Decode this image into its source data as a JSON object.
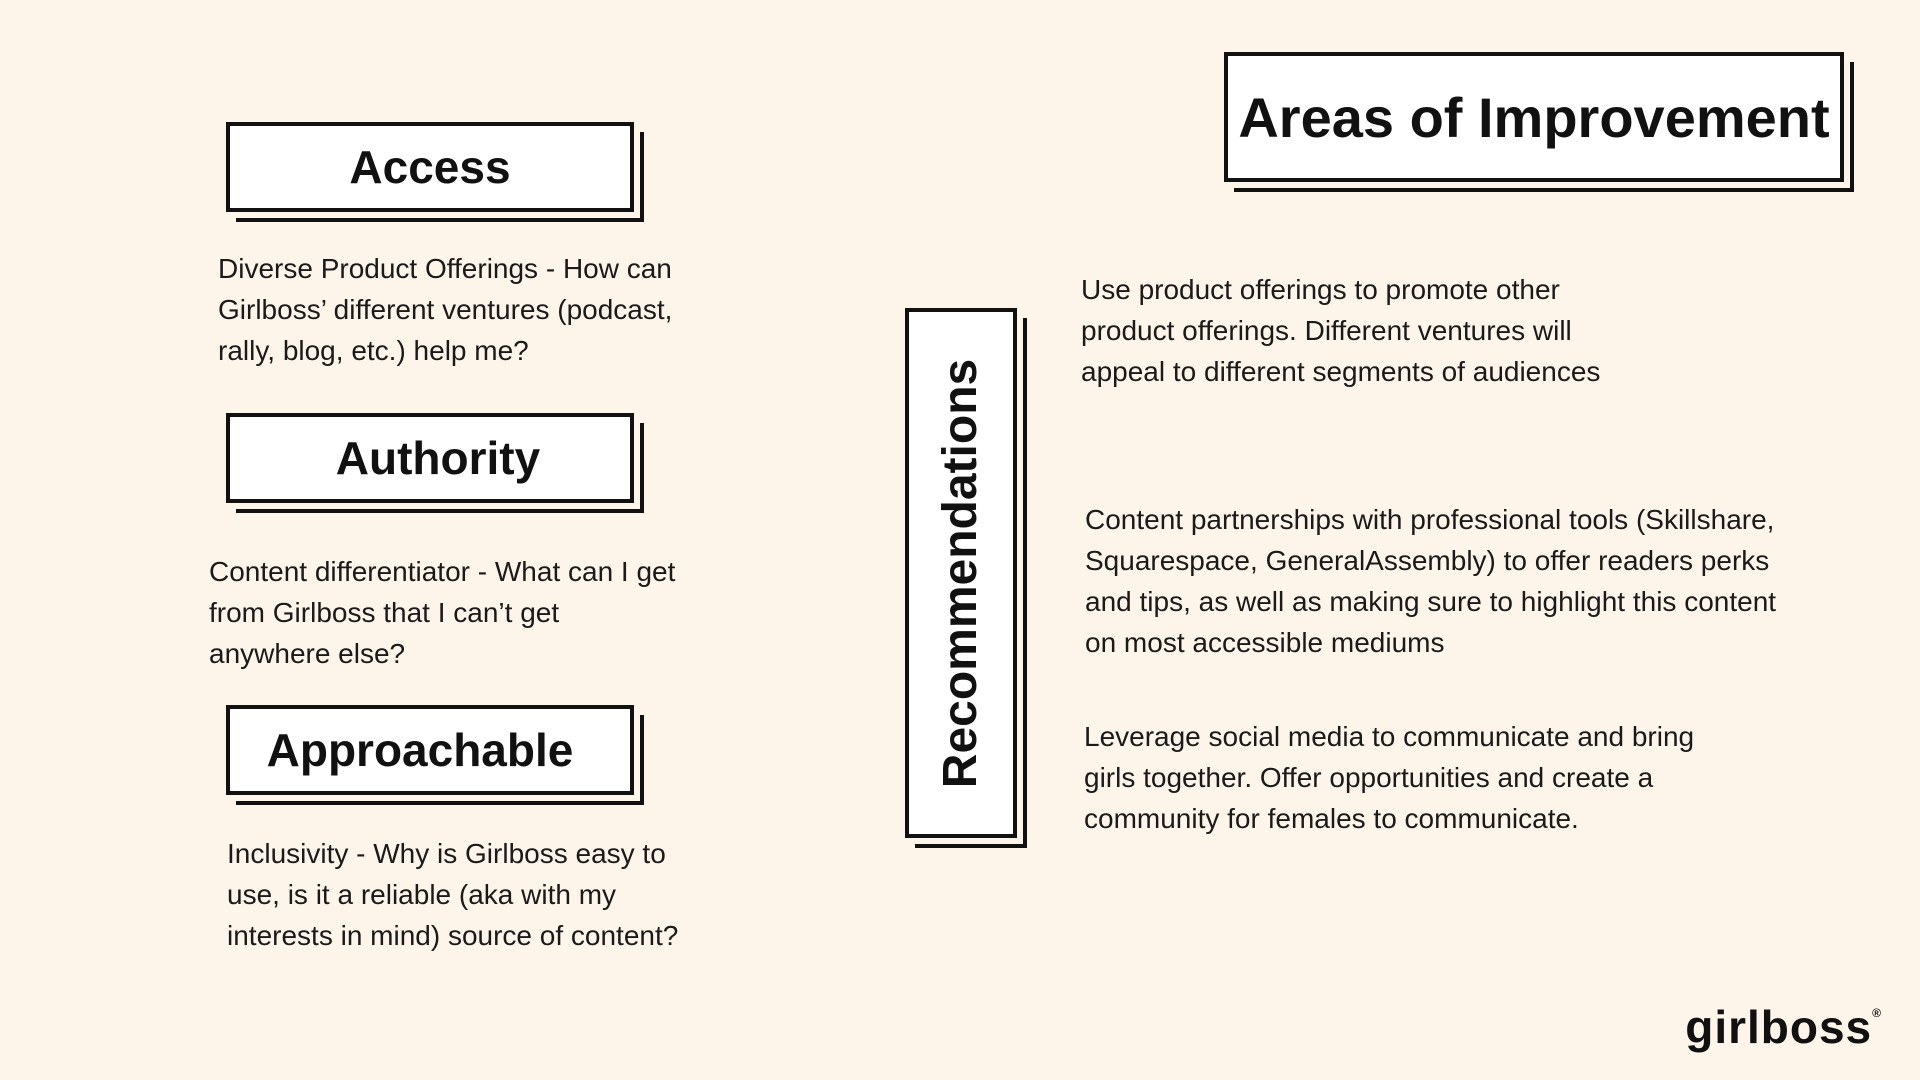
{
  "left": {
    "items": [
      {
        "heading": "Access",
        "description": "Diverse Product Offerings - How can Girlboss’ different ventures (podcast, rally, blog, etc.)  help me?"
      },
      {
        "heading": "Authority",
        "description": "Content differentiator - What can I get from Girlboss that I can’t get anywhere else?"
      },
      {
        "heading": "Approachable",
        "description": "Inclusivity - Why is Girlboss easy to use, is it a reliable (aka with my interests in mind) source of content?"
      }
    ]
  },
  "page_title": "Areas of Improvement",
  "recommendations": {
    "label": "Recommendations",
    "items": [
      "Use product offerings to promote other product offerings. Different ventures will appeal to different segments of audiences",
      "Content partnerships with professional tools (Skillshare, Squarespace, GeneralAssembly) to offer readers perks and tips, as well as making sure to highlight this content on most accessible mediums",
      "Leverage social media to communicate and bring girls together. Offer opportunities and create a community for females to communicate."
    ]
  },
  "logo": {
    "text": "girlboss",
    "mark": "®"
  }
}
